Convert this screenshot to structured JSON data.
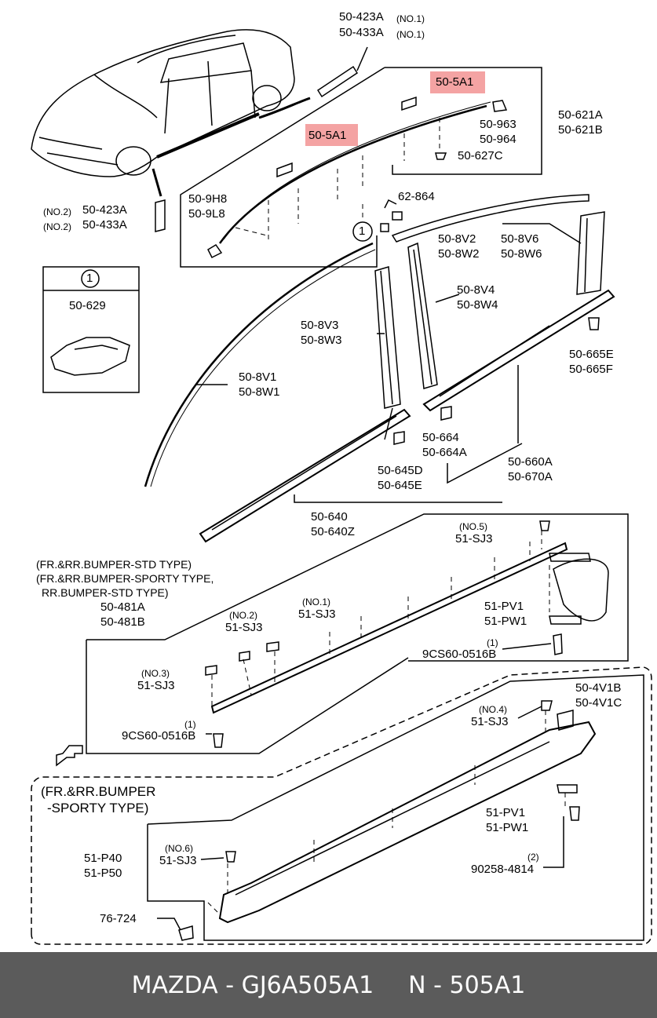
{
  "labels": {
    "p50423a_top": "50-423A",
    "p50433a_top": "50-433A",
    "no1": "(NO.1)",
    "no2": "(NO.2)",
    "no3": "(NO.3)",
    "no4": "(NO.4)",
    "no5": "(NO.5)",
    "no6": "(NO.6)",
    "p505a1": "50-5A1",
    "p50621a": "50-621A",
    "p50621b": "50-621B",
    "p50963": "50-963",
    "p50964": "50-964",
    "p50627c": "50-627C",
    "p509h8": "50-9H8",
    "p509l8": "50-9L8",
    "p62864": "62-864",
    "p50423a": "50-423A",
    "p50433a": "50-433A",
    "circle1": "1",
    "p50629": "50-629",
    "p508v2": "50-8V2",
    "p508w2": "50-8W2",
    "p508v6": "50-8V6",
    "p508w6": "50-8W6",
    "p508v4": "50-8V4",
    "p508w4": "50-8W4",
    "p508v3": "50-8V3",
    "p508w3": "50-8W3",
    "p50665e": "50-665E",
    "p50665f": "50-665F",
    "p508v1": "50-8V1",
    "p508w1": "50-8W1",
    "p50664": "50-664",
    "p50664a": "50-664A",
    "p50660a": "50-660A",
    "p50670a": "50-670A",
    "p50645d": "50-645D",
    "p50645e": "50-645E",
    "p50640": "50-640",
    "p50640z": "50-640Z",
    "p51sj3": "51-SJ3",
    "std1": "(FR.&RR.BUMPER-STD TYPE)",
    "std2": "(FR.&RR.BUMPER-SPORTY TYPE,",
    "std3": "RR.BUMPER-STD TYPE)",
    "p50481a": "50-481A",
    "p50481b": "50-481B",
    "p51pv1": "51-PV1",
    "p51pw1": "51-PW1",
    "p9cs60": "9CS60-0516B",
    "p504v1b": "50-4V1B",
    "p504v1c": "50-4V1C",
    "sporty1": "(FR.&RR.BUMPER",
    "sporty2": "-SPORTY TYPE)",
    "p51p40": "51-P40",
    "p51p50": "51-P50",
    "p76724": "76-724",
    "no2paren": "(2)",
    "p90258": "90258-4814",
    "paren1": "(1)"
  },
  "footer": {
    "left": "MAZDA - GJ6A505A1",
    "right": "N - 505A1"
  },
  "colors": {
    "highlight": "#f4a3a3",
    "footer_bg": "#5b5b5b",
    "line": "#000000"
  }
}
